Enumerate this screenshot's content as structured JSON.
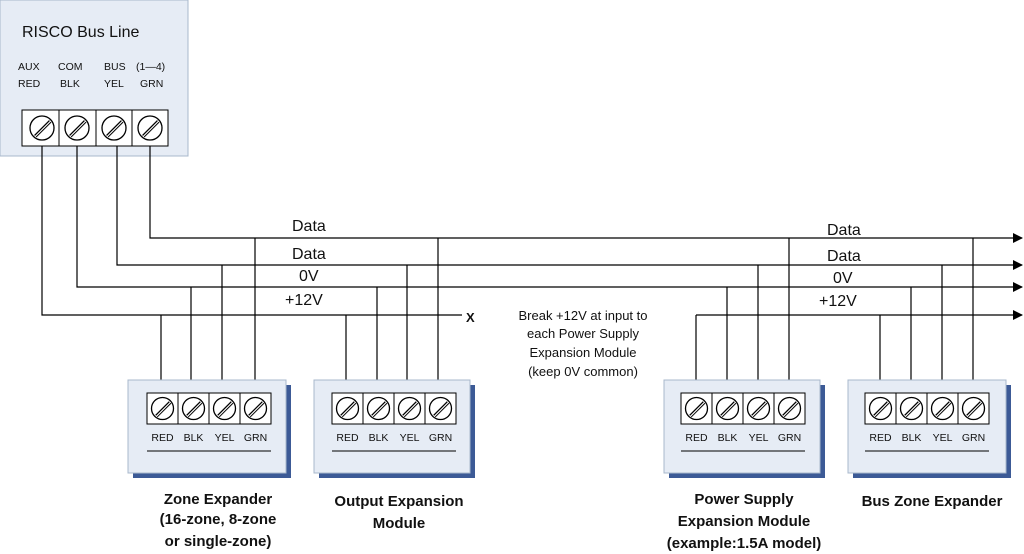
{
  "panel": {
    "title": "RISCO  Bus Line",
    "terminals": [
      {
        "top": "AUX",
        "bottom": "RED"
      },
      {
        "top": "COM",
        "bottom": "BLK"
      },
      {
        "top": "BUS",
        "bottom": "YEL"
      },
      {
        "top": "(1—4)",
        "bottom": "GRN"
      }
    ]
  },
  "bus_left": {
    "data_1": "Data",
    "data_2": "Data",
    "zero_v": "0V",
    "plus12v": "+12V",
    "break_mark": "X"
  },
  "bus_right": {
    "data_1": "Data",
    "data_2": "Data",
    "zero_v": "0V",
    "plus12v": "+12V"
  },
  "break_note": {
    "lines": [
      "Break +12V at input to",
      "each Power Supply",
      "Expansion Module",
      "(keep 0V common)"
    ]
  },
  "terminal_labels": [
    "RED",
    "BLK",
    "YEL",
    "GRN"
  ],
  "modules": [
    {
      "caption_lines": [
        "Zone Expander",
        "(16-zone, 8-zone",
        "or single-zone)"
      ]
    },
    {
      "caption_lines": [
        "Output Expansion",
        "Module"
      ]
    },
    {
      "caption_lines": [
        "Power Supply",
        "Expansion Module",
        "(example:1.5A model)"
      ]
    },
    {
      "caption_lines": [
        "Bus Zone Expander"
      ]
    }
  ],
  "colors": {
    "box_fill": "#e6ecf5",
    "box_stroke": "#a8b8cc",
    "shadow": "#3c5a96",
    "wire": "#000000"
  }
}
